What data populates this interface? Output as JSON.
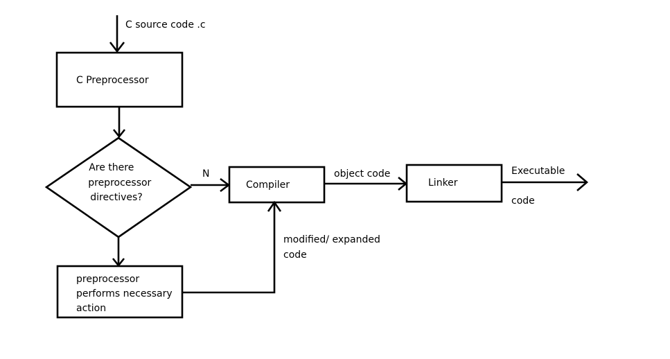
{
  "diagram": {
    "input_label": "C source code .c",
    "preprocessor_label": "C Preprocessor",
    "decision_lines": [
      "Are there",
      "preprocessor",
      "directives?"
    ],
    "no_label": "N",
    "compiler_label": "Compiler",
    "object_code_label": "object code",
    "linker_label": "Linker",
    "executable_label": "Executable",
    "executable_label_2": "code",
    "action_lines": [
      "preprocessor",
      "performs necessary",
      "action"
    ],
    "modified_lines": [
      "modified/ expanded",
      "code"
    ]
  }
}
